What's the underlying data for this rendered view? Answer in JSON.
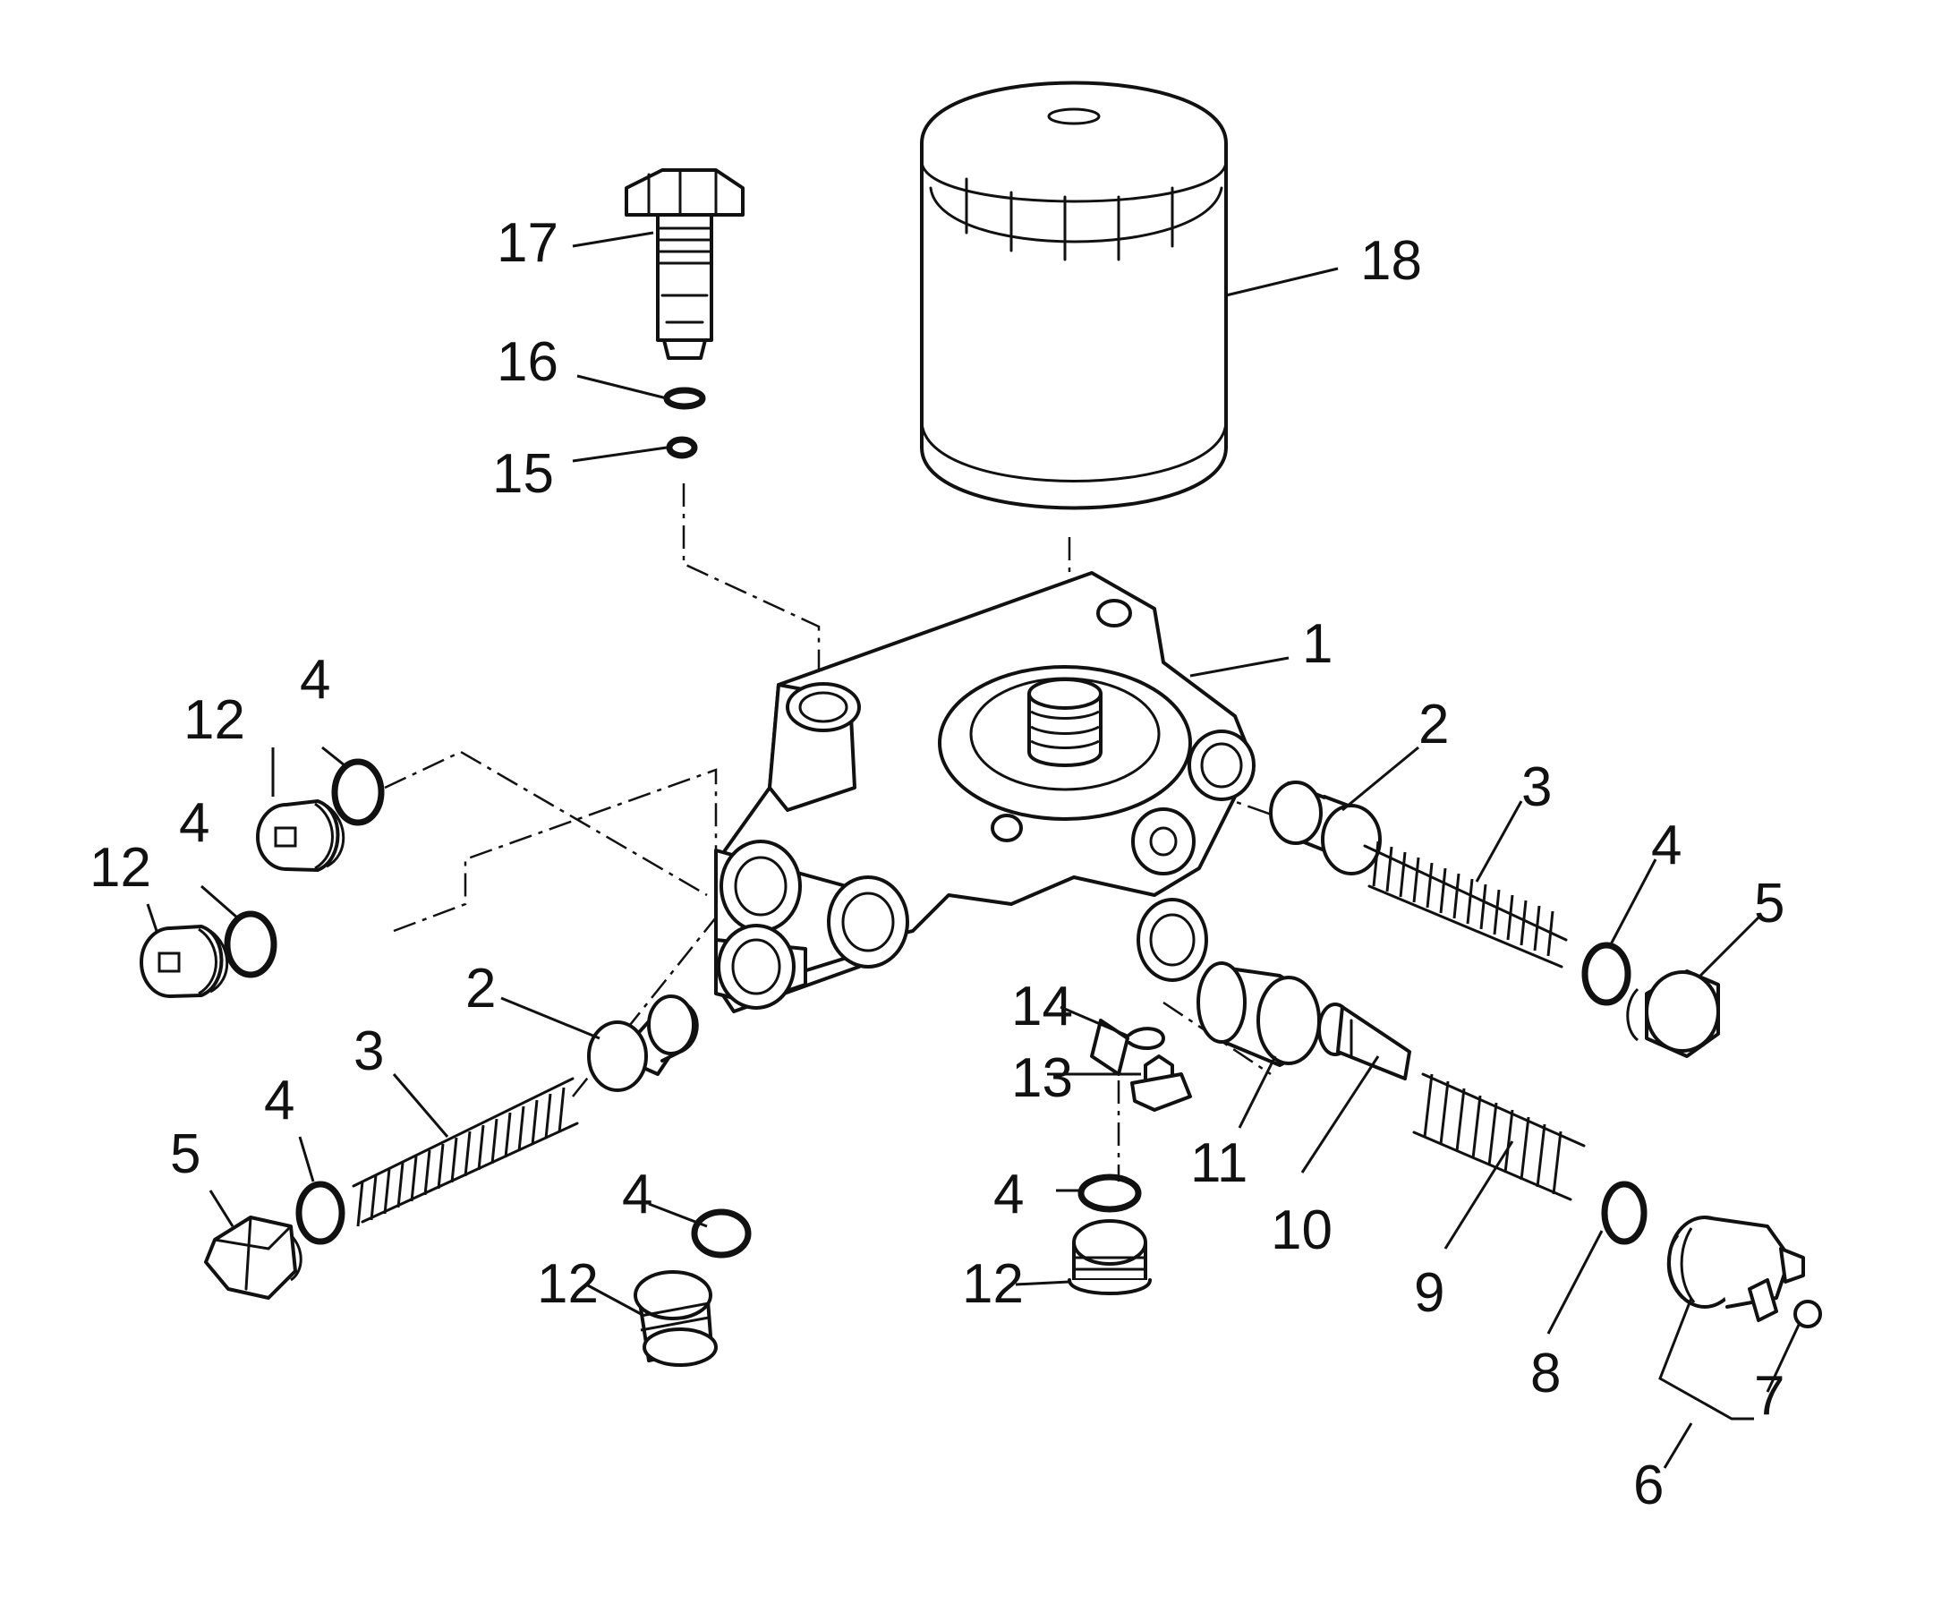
{
  "callouts": {
    "c1": "1",
    "c2a": "2",
    "c2b": "2",
    "c3a": "3",
    "c3b": "3",
    "c4a": "4",
    "c4b": "4",
    "c4c": "4",
    "c4d": "4",
    "c4e": "4",
    "c4f": "4",
    "c5a": "5",
    "c5b": "5",
    "c6": "6",
    "c7": "7",
    "c8": "8",
    "c9": "9",
    "c10": "10",
    "c11": "11",
    "c12a": "12",
    "c12b": "12",
    "c12c": "12",
    "c12d": "12",
    "c13": "13",
    "c14": "14",
    "c15": "15",
    "c16": "16",
    "c17": "17",
    "c18": "18"
  }
}
